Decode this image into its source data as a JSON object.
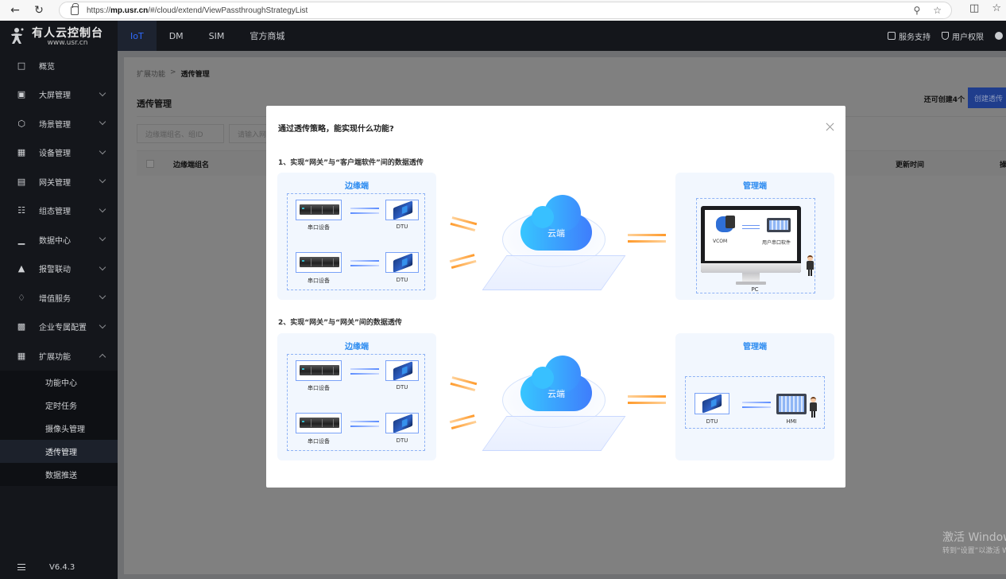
{
  "browser": {
    "url_prefix": "https://",
    "url_domain": "mp.usr.cn",
    "url_path": "/#/cloud/extend/ViewPassthroughStrategyList",
    "back_icon": "arrow-left-icon",
    "reload_icon": "reload-icon",
    "lock_icon": "lock-icon",
    "location_icon": "location-icon",
    "star_icon": "star-icon",
    "split_icon": "split-screen-icon",
    "favorites_icon": "favorites-icon"
  },
  "header": {
    "logo_title": "有人云控制台",
    "logo_sub": "www.usr.cn",
    "tabs": [
      {
        "label": "IoT",
        "active": true
      },
      {
        "label": "DM",
        "active": false
      },
      {
        "label": "SIM",
        "active": false
      },
      {
        "label": "官方商城",
        "active": false
      }
    ],
    "right_items": [
      {
        "label": "服务支持",
        "icon": "chat-icon"
      },
      {
        "label": "用户权限",
        "icon": "shield-icon"
      },
      {
        "label": "",
        "icon": "globe-icon"
      }
    ],
    "active_color": "#2f6bff"
  },
  "sidebar": {
    "items": [
      {
        "label": "概览",
        "icon": "overview-icon",
        "has_chevron": false
      },
      {
        "label": "大屏管理",
        "icon": "screen-icon",
        "has_chevron": true
      },
      {
        "label": "场景管理",
        "icon": "scene-icon",
        "has_chevron": true
      },
      {
        "label": "设备管理",
        "icon": "device-icon",
        "has_chevron": true
      },
      {
        "label": "网关管理",
        "icon": "gateway-icon",
        "has_chevron": true
      },
      {
        "label": "组态管理",
        "icon": "topology-icon",
        "has_chevron": true
      },
      {
        "label": "数据中心",
        "icon": "chart-icon",
        "has_chevron": true
      },
      {
        "label": "报警联动",
        "icon": "alarm-icon",
        "has_chevron": true
      },
      {
        "label": "增值服务",
        "icon": "diamond-icon",
        "has_chevron": true
      },
      {
        "label": "企业专属配置",
        "icon": "building-icon",
        "has_chevron": true
      },
      {
        "label": "扩展功能",
        "icon": "grid-icon",
        "has_chevron": true,
        "expanded": true
      }
    ],
    "subitems": [
      {
        "label": "功能中心",
        "active": false
      },
      {
        "label": "定时任务",
        "active": false
      },
      {
        "label": "摄像头管理",
        "active": false
      },
      {
        "label": "透传管理",
        "active": true
      },
      {
        "label": "数据推送",
        "active": false
      }
    ],
    "version": "V6.4.3"
  },
  "main": {
    "breadcrumb": [
      "扩展功能",
      "透传管理"
    ],
    "page_title": "透传管理",
    "remaining_text": "还可创建4个",
    "create_button": "创建透传",
    "filters": [
      {
        "placeholder": "边缘端组名、组ID"
      },
      {
        "placeholder": "请输入网关"
      }
    ],
    "table_headers": [
      "边缘端组名",
      "更新时间",
      "操"
    ]
  },
  "modal": {
    "title": "通过透传策略，能实现什么功能?",
    "close_icon": "close-icon",
    "sections": [
      {
        "title": "1、实现“网关”与“客户端软件”间的数据透传",
        "edge_title": "边缘端",
        "edge_rows": [
          {
            "left": "串口设备",
            "right": "DTU"
          },
          {
            "left": "串口设备",
            "right": "DTU"
          }
        ],
        "cloud_label": "云端",
        "manager_title": "管理端",
        "manager_left": "VCOM",
        "manager_right": "用户串口软件",
        "manager_device": "PC"
      },
      {
        "title": "2、实现“网关”与“网关”间的数据透传",
        "edge_title": "边缘端",
        "edge_rows": [
          {
            "left": "串口设备",
            "right": "DTU"
          },
          {
            "left": "串口设备",
            "right": "DTU"
          }
        ],
        "cloud_label": "云端",
        "manager_title": "管理端",
        "manager_left": "DTU",
        "manager_right": "HMI"
      }
    ]
  },
  "watermark": {
    "line1": "激活 Windows",
    "line2": "转到“设置”以激活 Windows"
  }
}
